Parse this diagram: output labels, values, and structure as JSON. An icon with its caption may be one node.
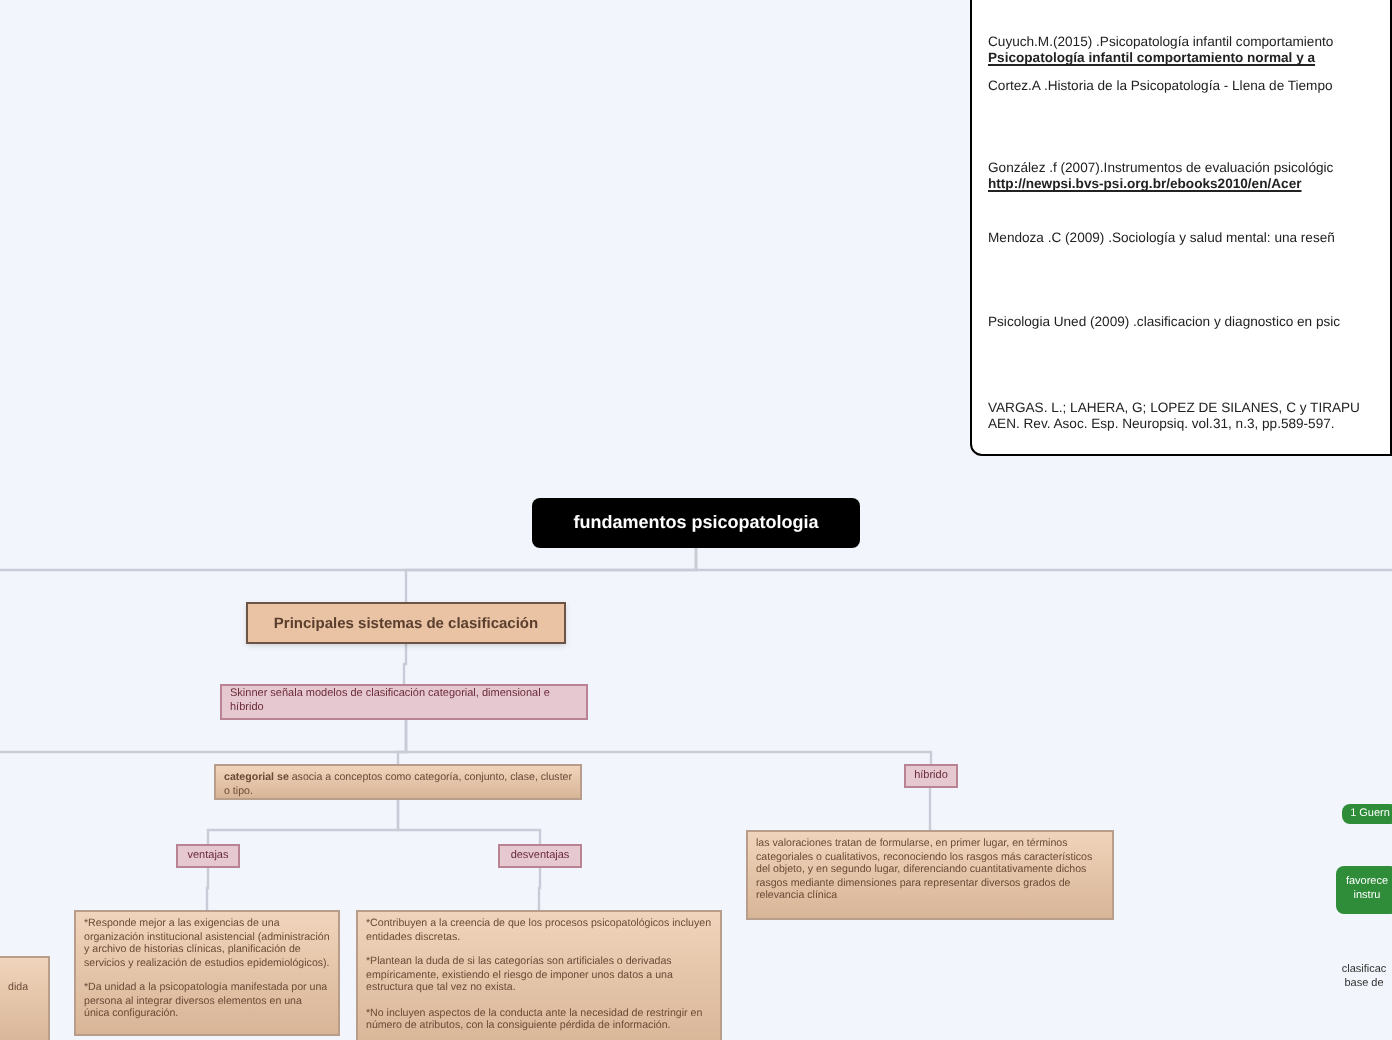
{
  "diagram": {
    "nodes": [
      {
        "text": [
          "Cuyuch.M.(2015) .Psicopatología infantil comportamiento",
          "Psicopatología infantil  comportamiento normal y a",
          "Cortez.A .Historia de la Psicopatología - Llena de Tiempo",
          "González .f (2007).Instrumentos de evaluación psicológic",
          "http://newpsi.bvs-psi.org.br/ebooks2010/en/Acer",
          "Mendoza .C (2009) .Sociología y salud mental: una reseñ",
          "Psicologia Uned (2009) .clasificacion y diagnostico en psic",
          "VARGAS. L.; LAHERA, G; LOPEZ DE SILANES, C y TIRAPU",
          "AEN. Rev. Asoc. Esp. Neuropsiq. vol.31, n.3, pp.589-597."
        ]
      },
      {
        "text": [
          "fundamentos psicopatologia"
        ]
      },
      {
        "text": [
          "Principales sistemas de clasificación"
        ]
      },
      {
        "text": [
          "Skinner señala  modelos de clasificación  categorial, dimensional  e híbrido"
        ]
      },
      {
        "text": [
          "**categorial se** asocia a conceptos como categoría, conjunto, clase, cluster o tipo."
        ]
      },
      {
        "text": [
          "híbrido"
        ]
      },
      {
        "text": [
          "ventajas"
        ]
      },
      {
        "text": [
          "desventajas"
        ]
      },
      {
        "text": [
          "*Responde mejor a las exigencias de una organización institucional asistencial (administración y archivo de historias clínicas, planificación de servicios y realización de estudios epidemiológicos).",
          "*Da unidad a la psicopatología manifestada por una persona al integrar diversos elementos en una única configuración."
        ]
      },
      {
        "text": [
          "*Contribuyen a la creencia de que los procesos psicopatológicos incluyen entidades discretas.",
          "*Plantean la duda de si las categorías son artificiales o derivadas empíricamente, existiendo el riesgo de imponer unos datos a una estructura que tal vez no exista.",
          "*No incluyen aspectos de la conducta ante la necesidad de restringir en número de atributos, con la consiguiente pérdida de información."
        ]
      },
      {
        "text": [
          "las valoraciones tratan de formularse, en primer lugar, en términos categoriales o cualitativos, reconociendo los rasgos más característicos del objeto, y en segundo lugar, diferenciando cuantitativamente dichos rasgos mediante dimensiones para representar diversos grados de relevancia clínica"
        ]
      },
      {
        "text": [
          "dida"
        ]
      },
      {
        "text": [
          "1 Guern"
        ]
      },
      {
        "text": [
          "favorece instru"
        ]
      }
    ],
    "edges": [
      {
        "from": 1,
        "to": 2,
        "arrow": "none"
      },
      {
        "from": 1,
        "to": null,
        "arrow": "none"
      },
      {
        "from": 1,
        "to": null,
        "arrow": "none"
      },
      {
        "from": 2,
        "to": 3,
        "arrow": "none"
      },
      {
        "from": 3,
        "to": 4,
        "arrow": "none"
      },
      {
        "from": 3,
        "to": 5,
        "arrow": "none"
      },
      {
        "from": 3,
        "to": null,
        "arrow": "none"
      },
      {
        "from": 4,
        "to": 6,
        "arrow": "none"
      },
      {
        "from": 4,
        "to": 7,
        "arrow": "none"
      },
      {
        "from": 6,
        "to": 8,
        "arrow": "none"
      },
      {
        "from": 7,
        "to": 9,
        "arrow": "none"
      },
      {
        "from": 5,
        "to": 10,
        "arrow": "none"
      }
    ],
    "labels": [
      "clasificac base de"
    ]
  }
}
